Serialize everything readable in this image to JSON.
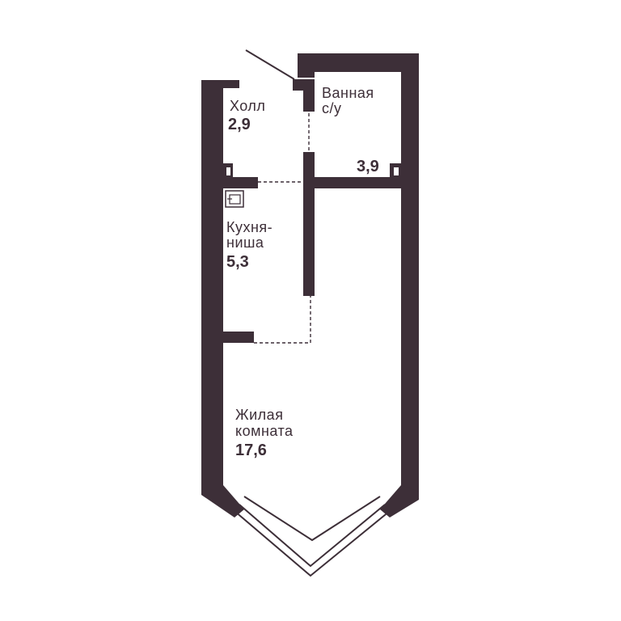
{
  "rooms": {
    "hall": {
      "name": "Холл",
      "area": "2,9"
    },
    "bathroom": {
      "name_line1": "Ванная",
      "name_line2": "с/у",
      "area": "3,9"
    },
    "kitchen": {
      "name_line1": "Кухня-",
      "name_line2": "ниша",
      "area": "5,3"
    },
    "living": {
      "name_line1": "Жилая",
      "name_line2": "комната",
      "area": "17,6"
    }
  },
  "colors": {
    "wall": "#3d2f38",
    "background": "#ffffff"
  },
  "icons": [
    "sink-icon",
    "door-swing-icon"
  ]
}
